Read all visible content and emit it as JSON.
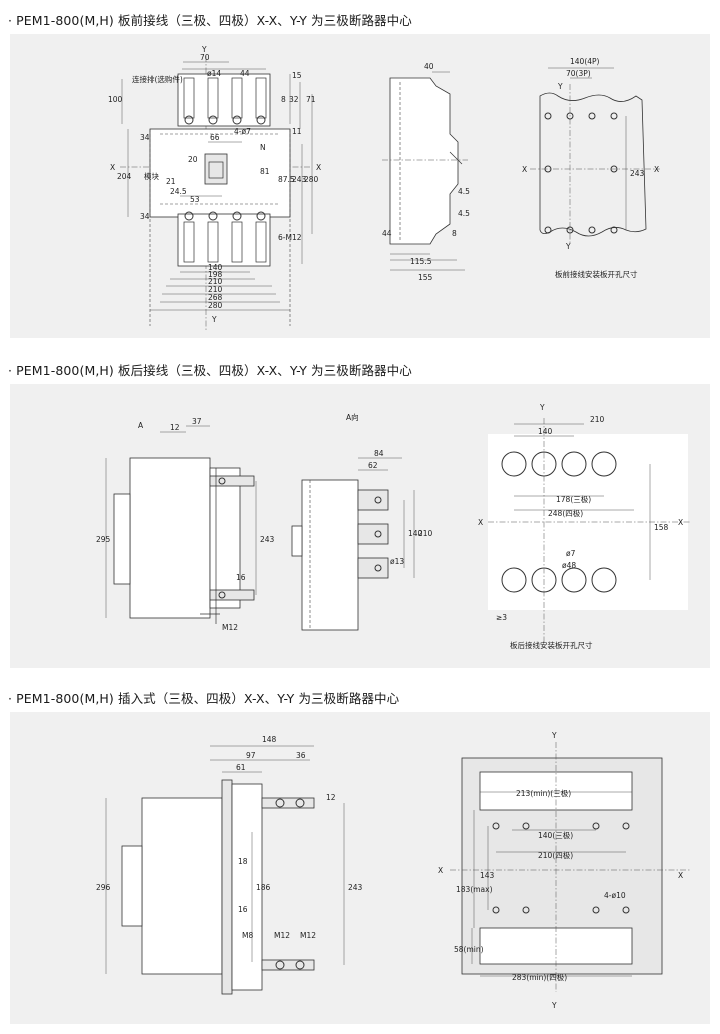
{
  "sections": [
    {
      "title": "· PEM1-800(M,H) 板前接线（三极、四极）X-X、Y-Y 为三极断路器中心",
      "labels": {
        "y_top": "Y",
        "d70": "70",
        "d14": "ø14",
        "d44": "44",
        "d15": "15",
        "bracket": "连接排(选购件)",
        "d100": "100",
        "d8": "8",
        "d32": "32",
        "d71": "71",
        "d4_7": "4-ø7",
        "d11": "11",
        "d66": "66",
        "d34a": "34",
        "n_label": "N",
        "x_left": "X",
        "d204": "204",
        "module": "模块",
        "d20": "20",
        "d81": "81",
        "d87_5": "87.5",
        "d243": "243",
        "d280": "280",
        "x_right": "X",
        "d21": "21",
        "d24_5": "24.5",
        "d53": "53",
        "d34b": "34",
        "d6m12": "6-M12",
        "d140": "140",
        "d198": "198",
        "d210a": "210",
        "d210b": "210",
        "d268": "268",
        "d280b": "280",
        "y_bottom": "Y",
        "s_d40": "40",
        "s_d4_5a": "4.5",
        "s_d4_5b": "4.5",
        "s_d44": "44",
        "s_d8": "8",
        "s_d115": "115.5",
        "s_d155": "155",
        "p_140": "140(4P)",
        "p_70": "70(3P)",
        "p_y": "Y",
        "p_x_left": "X",
        "p_x_right": "X",
        "p_243": "243",
        "p_y_bottom": "Y",
        "p_caption": "板前接线安装板开孔尺寸"
      }
    },
    {
      "title": "· PEM1-800(M,H) 板后接线（三极、四极）X-X、Y-Y 为三极断路器中心",
      "labels": {
        "a_arrow": "A",
        "d12": "12",
        "d37": "37",
        "d295": "295",
        "d243": "243",
        "d16": "16",
        "m12": "M12",
        "a_view": "A向",
        "d84": "84",
        "d62": "62",
        "d140": "140",
        "d210": "210",
        "d13": "ø13",
        "p_y": "Y",
        "p_210": "210",
        "p_140": "140",
        "p_178": "178(三极)",
        "p_248": "248(四极)",
        "p_x_left": "X",
        "p_x_right": "X",
        "p_158": "158",
        "p_7": "ø7",
        "p_48": "ø48",
        "p_3": "≥3",
        "p_caption": "板后接线安装板开孔尺寸"
      }
    },
    {
      "title": "· PEM1-800(M,H) 插入式（三极、四极）X-X、Y-Y 为三极断路器中心",
      "labels": {
        "d148": "148",
        "d97": "97",
        "d36": "36",
        "d61": "61",
        "d12": "12",
        "d296": "296",
        "d18": "18",
        "d186": "186",
        "d243": "243",
        "d16": "16",
        "m8": "M8",
        "m12a": "M12",
        "m12b": "M12",
        "p_y_top": "Y",
        "p_213": "213(min)(三极)",
        "p_140": "140(三极)",
        "p_210": "210(四极)",
        "p_x_left": "X",
        "p_x_right": "X",
        "p_183": "183(max)",
        "p_143": "143",
        "p_4_10": "4-ø10",
        "p_58": "58(min)",
        "p_283": "283(min)(四极)",
        "p_y_bottom": "Y"
      }
    }
  ]
}
